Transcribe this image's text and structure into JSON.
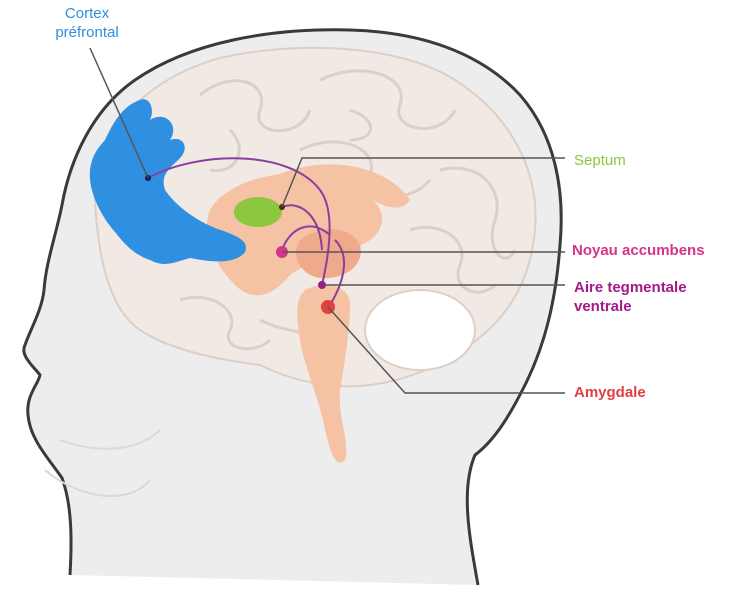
{
  "labels": {
    "cortex_line1": "Cortex",
    "cortex_line2": "préfrontal",
    "septum": "Septum",
    "noyau": "Noyau accumbens",
    "aire_line1": "Aire tegmentale",
    "aire_line2": "ventrale",
    "amygdale": "Amygdale"
  },
  "colors": {
    "cortex": "#2f8fe0",
    "septum": "#8dc63f",
    "noyau": "#d6338a",
    "aire": "#a3198a",
    "amygdale": "#e04040",
    "head_outline": "#3a3a3a",
    "brain_fill": "#f1e9e4",
    "deep_structures": "#f5c3a3",
    "leader_line": "#555555"
  }
}
